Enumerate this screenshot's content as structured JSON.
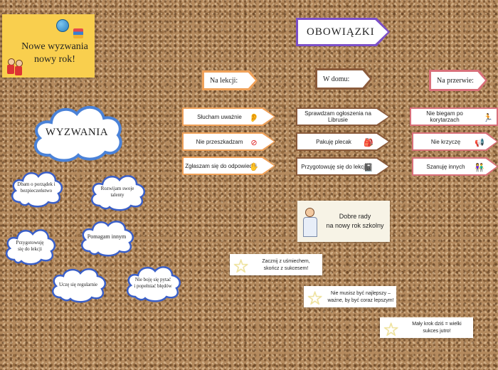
{
  "title_card": {
    "line1": "Nowe wyzwania",
    "line2": "nowy rok!"
  },
  "obowiazki": {
    "label": "OBOWIĄZKI"
  },
  "wyzwania": {
    "label": "WYZWANIA"
  },
  "columns": {
    "lekcja": {
      "header": "Na lekcji:",
      "accent": "#f0a25a",
      "items": [
        "Słucham uważnie",
        "Nie przeszkadzam",
        "Zgłaszam się do odpowiedzi"
      ]
    },
    "dom": {
      "header": "W domu:",
      "accent": "#8a5a3a",
      "items": [
        "Sprawdzam ogłoszenia na Librusie",
        "Pakuję plecak",
        "Przygotowuję się do lekcji"
      ]
    },
    "przerwa": {
      "header": "Na przerwie:",
      "accent": "#d9707a",
      "items": [
        "Nie biegam po korytarzach",
        "Nie krzyczę",
        "Szanuję innych"
      ]
    }
  },
  "challenges": [
    "Dbam o porządek i bezpieczeństwo",
    "Rozwijam swoje talenty",
    "Przygotowuję się do lekcji",
    "Pomagam innym",
    "Uczę się regularnie",
    "Nie boję się pytać i popełniać błędów"
  ],
  "advice_card": {
    "line1": "Dobre rady",
    "line2": "na nowy rok szkolny"
  },
  "tips": [
    {
      "line1": "Zacznij z uśmiechem,",
      "line2": "skończ z sukcesem!"
    },
    {
      "line1": "Nie musisz być najlepszy –",
      "line2": "ważne, by być coraz lepszym!"
    },
    {
      "line1": "Mały krok dziś = wielki",
      "line2": "sukces jutro!"
    }
  ],
  "colors": {
    "title_bg": "#f9cf4e",
    "obowiazki_border": "#7b4fc7",
    "cloud_outline": "#4a82d8",
    "small_cloud_outline": "#3a5fc8"
  }
}
